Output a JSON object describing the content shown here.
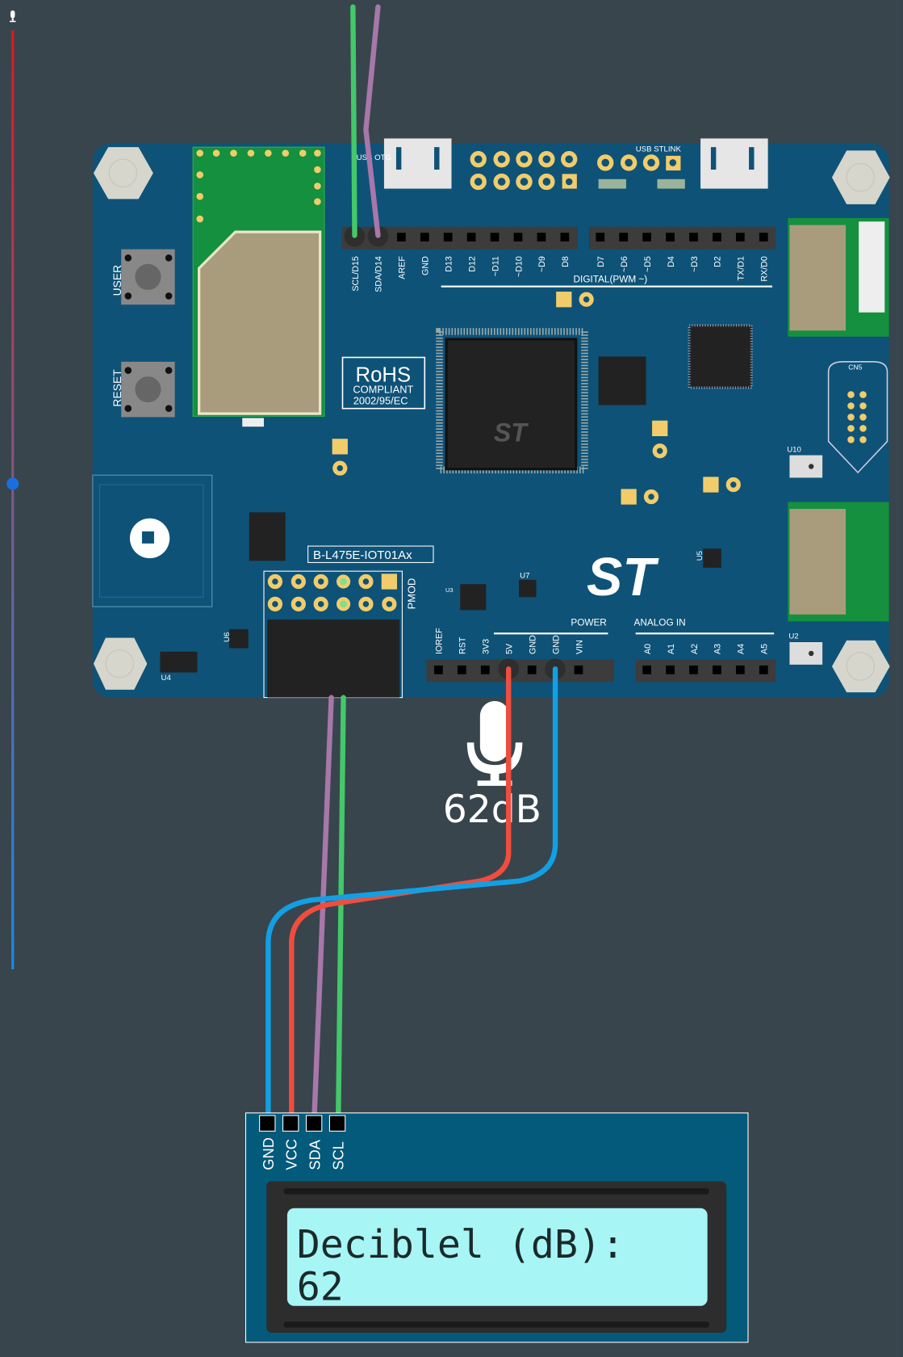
{
  "colors": {
    "background": "#38454d",
    "board": "#0e5277",
    "wire_green": "#43c86a",
    "wire_purple": "#a877aa",
    "wire_red": "#ef4d3e",
    "wire_blue": "#139fe3",
    "lcd_screen": "#a8f5f6",
    "slider_knob": "#1a6fe0"
  },
  "slider": {
    "icon": "microphone-icon",
    "level_fraction": 0.48
  },
  "board": {
    "model_label": "B-L475E-IOT01Ax",
    "rohs": {
      "title": "RoHS",
      "line1": "COMPLIANT",
      "line2": "2002/95/EC"
    },
    "usb_otg_label": "USB OTG",
    "usb_stlink_label": "USB STLINK",
    "user_button": "USER",
    "reset_button": "RESET",
    "digital_label": "DIGITAL(PWM ~)",
    "digital_pins_left": [
      "SCL/D15",
      "SDA/D14",
      "AREF",
      "GND",
      "D13",
      "D12",
      "~D11",
      "~D10",
      "~D9",
      "D8"
    ],
    "digital_pins_right": [
      "D7",
      "~D6",
      "~D5",
      "D4",
      "~D3",
      "D2",
      "TX/D1",
      "RX/D0"
    ],
    "power_label": "POWER",
    "power_pins": [
      "IOREF",
      "RST",
      "3V3",
      "5V",
      "GND",
      "GND",
      "VIN"
    ],
    "analog_label": "ANALOG IN",
    "analog_pins": [
      "A0",
      "A1",
      "A2",
      "A3",
      "A4",
      "A5"
    ],
    "pmod_label": "PMOD",
    "component_labels": {
      "cn5": "CN5",
      "u10": "U10",
      "u2": "U2",
      "u5": "U5",
      "u7": "U7",
      "u3": "U3",
      "u6": "U6",
      "u4": "U4"
    }
  },
  "microphone": {
    "icon": "microphone-icon",
    "reading": "62dB"
  },
  "lcd": {
    "pins": [
      "GND",
      "VCC",
      "SDA",
      "SCL"
    ],
    "line1": "Deciblel (dB):",
    "line2": "62"
  }
}
